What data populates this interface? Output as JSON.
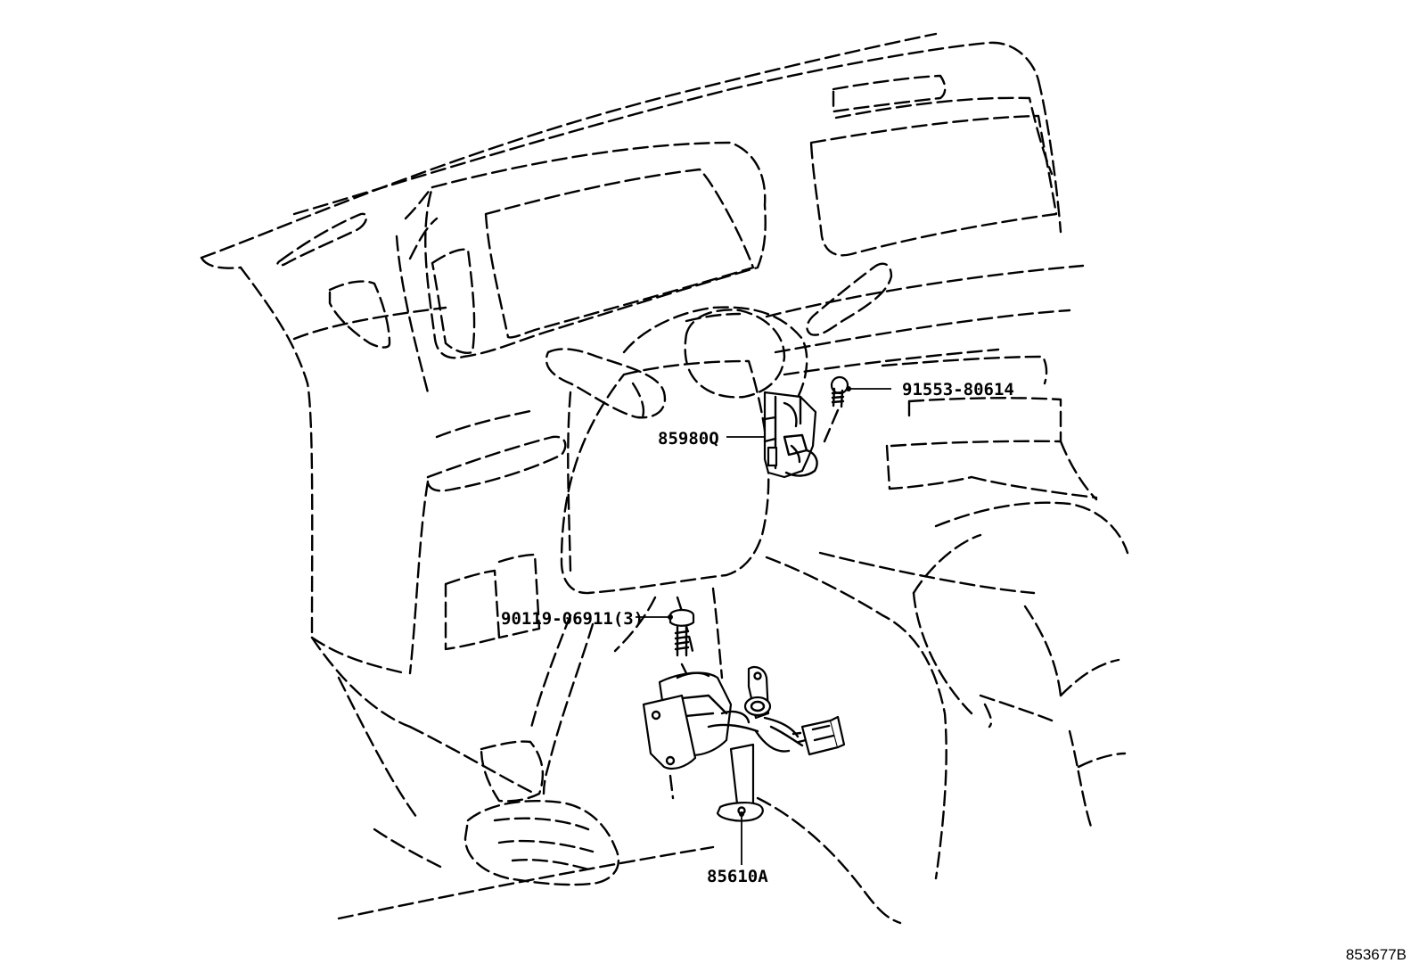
{
  "diagram": {
    "callouts": {
      "switch_assembly": "85980Q",
      "screw": "91553-80614",
      "bolt": "90119-06911(3)",
      "bracket_assembly": "85610A"
    },
    "drawing_code": "853677B"
  }
}
